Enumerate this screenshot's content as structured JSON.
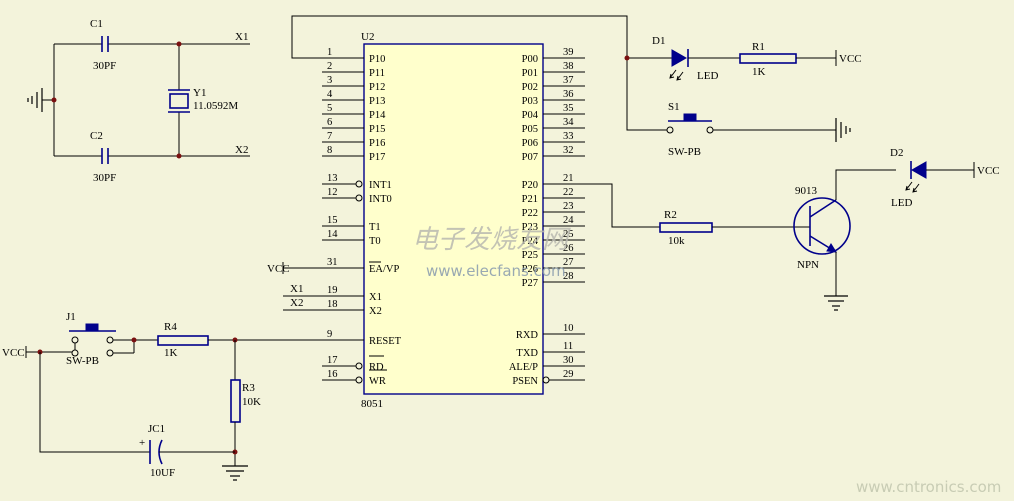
{
  "chip": {
    "ref": "U2",
    "part": "8051",
    "left_pins": [
      {
        "num": "1",
        "name": "P10"
      },
      {
        "num": "2",
        "name": "P11"
      },
      {
        "num": "3",
        "name": "P12"
      },
      {
        "num": "4",
        "name": "P13"
      },
      {
        "num": "5",
        "name": "P14"
      },
      {
        "num": "6",
        "name": "P15"
      },
      {
        "num": "7",
        "name": "P16"
      },
      {
        "num": "8",
        "name": "P17"
      },
      {
        "num": "13",
        "name": "INT1"
      },
      {
        "num": "12",
        "name": "INT0"
      },
      {
        "num": "15",
        "name": "T1"
      },
      {
        "num": "14",
        "name": "T0"
      },
      {
        "num": "31",
        "name": "EA/VP"
      },
      {
        "num": "19",
        "name": "X1"
      },
      {
        "num": "18",
        "name": "X2"
      },
      {
        "num": "9",
        "name": "RESET"
      },
      {
        "num": "17",
        "name": "RD"
      },
      {
        "num": "16",
        "name": "WR"
      }
    ],
    "right_pins": [
      {
        "num": "39",
        "name": "P00"
      },
      {
        "num": "38",
        "name": "P01"
      },
      {
        "num": "37",
        "name": "P02"
      },
      {
        "num": "36",
        "name": "P03"
      },
      {
        "num": "35",
        "name": "P04"
      },
      {
        "num": "34",
        "name": "P05"
      },
      {
        "num": "33",
        "name": "P06"
      },
      {
        "num": "32",
        "name": "P07"
      },
      {
        "num": "21",
        "name": "P20"
      },
      {
        "num": "22",
        "name": "P21"
      },
      {
        "num": "23",
        "name": "P22"
      },
      {
        "num": "24",
        "name": "P23"
      },
      {
        "num": "25",
        "name": "P24"
      },
      {
        "num": "26",
        "name": "P25"
      },
      {
        "num": "27",
        "name": "P26"
      },
      {
        "num": "28",
        "name": "P27"
      },
      {
        "num": "10",
        "name": "RXD"
      },
      {
        "num": "11",
        "name": "TXD"
      },
      {
        "num": "30",
        "name": "ALE/P"
      },
      {
        "num": "29",
        "name": "PSEN"
      }
    ]
  },
  "crystal": {
    "c1_ref": "C1",
    "c1_value": "30PF",
    "c2_ref": "C2",
    "c2_value": "30PF",
    "y_ref": "Y1",
    "y_value": "11.0592M",
    "net_x1": "X1",
    "net_x2": "X2"
  },
  "chip_nets": {
    "vcc": "VCC",
    "x1": "X1",
    "x2": "X2"
  },
  "reset": {
    "vcc": "VCC",
    "j_ref": "J1",
    "j_value": "SW-PB",
    "r4_ref": "R4",
    "r4_value": "1K",
    "r3_ref": "R3",
    "r3_value": "10K",
    "jc_ref": "JC1",
    "jc_plus": "+",
    "jc_value": "10UF"
  },
  "led1": {
    "ref": "D1",
    "label": "LED",
    "r_ref": "R1",
    "r_value": "1K",
    "vcc": "VCC"
  },
  "switch": {
    "ref": "S1",
    "value": "SW-PB"
  },
  "driver": {
    "r_ref": "R2",
    "r_value": "10k",
    "q_ref": "9013",
    "q_type": "NPN",
    "d_ref": "D2",
    "d_label": "LED",
    "vcc": "VCC"
  },
  "watermark": {
    "chinese": "电子发烧友网",
    "url": "www.elecfans.com",
    "corner": "www.cntronics.com"
  }
}
